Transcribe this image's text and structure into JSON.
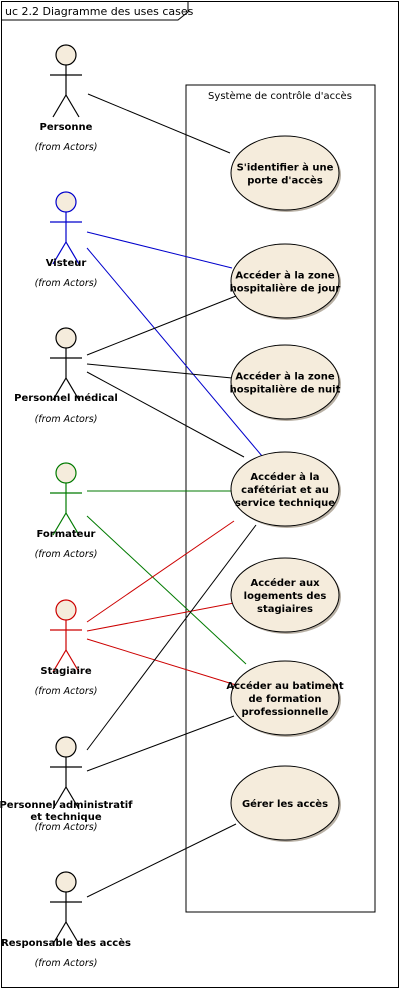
{
  "frame": {
    "title": "uc 2.2 Diagramme des uses cases"
  },
  "system": {
    "label": "Système de contrôle d'accès"
  },
  "from_label": "(from Actors)",
  "colors": {
    "default": "#000000",
    "visiteur": "#0000cc",
    "formateur": "#007a00",
    "stagiaire": "#cc0000",
    "usecase_fill": "#f5ecdc",
    "actor_head_fill": "#f5ecdc"
  },
  "actors": [
    {
      "id": "personne",
      "name": "Personne",
      "color": "default"
    },
    {
      "id": "visiteur",
      "name": "Visteur",
      "color": "visiteur"
    },
    {
      "id": "personnel-medical",
      "name": "Personnel médical",
      "color": "default"
    },
    {
      "id": "formateur",
      "name": "Formateur",
      "color": "formateur"
    },
    {
      "id": "stagiaire",
      "name": "Stagiaire",
      "color": "stagiaire"
    },
    {
      "id": "personnel-admin",
      "name": "Personnel administratif et technique",
      "color": "default"
    },
    {
      "id": "responsable",
      "name": "Responsable des accès",
      "color": "default"
    }
  ],
  "usecases": [
    {
      "id": "identifier",
      "lines": [
        "S'identifier à une",
        "porte d'accès"
      ]
    },
    {
      "id": "zone-jour",
      "lines": [
        "Accéder à la zone",
        "hospitalière de jour"
      ]
    },
    {
      "id": "zone-nuit",
      "lines": [
        "Accéder à la zone",
        "hospitalière de nuit"
      ]
    },
    {
      "id": "cafeteria",
      "lines": [
        "Accéder à la",
        "cafétériat et au",
        "service technique"
      ]
    },
    {
      "id": "logements",
      "lines": [
        "Accéder aux",
        "logements des",
        "stagiaires"
      ]
    },
    {
      "id": "batiment",
      "lines": [
        "Accéder au batiment",
        "de formation",
        "professionnelle"
      ]
    },
    {
      "id": "gerer",
      "lines": [
        "Gérer les accès"
      ]
    }
  ],
  "associations": [
    {
      "actor": "personne",
      "usecase": "identifier",
      "color": "default"
    },
    {
      "actor": "visiteur",
      "usecase": "zone-jour",
      "color": "visiteur"
    },
    {
      "actor": "visiteur",
      "usecase": "cafeteria",
      "color": "visiteur"
    },
    {
      "actor": "personnel-medical",
      "usecase": "zone-jour",
      "color": "default"
    },
    {
      "actor": "personnel-medical",
      "usecase": "zone-nuit",
      "color": "default"
    },
    {
      "actor": "personnel-medical",
      "usecase": "cafeteria",
      "color": "default"
    },
    {
      "actor": "formateur",
      "usecase": "cafeteria",
      "color": "formateur"
    },
    {
      "actor": "formateur",
      "usecase": "batiment",
      "color": "formateur"
    },
    {
      "actor": "stagiaire",
      "usecase": "cafeteria",
      "color": "stagiaire"
    },
    {
      "actor": "stagiaire",
      "usecase": "logements",
      "color": "stagiaire"
    },
    {
      "actor": "stagiaire",
      "usecase": "batiment",
      "color": "stagiaire"
    },
    {
      "actor": "personnel-admin",
      "usecase": "cafeteria",
      "color": "default"
    },
    {
      "actor": "personnel-admin",
      "usecase": "batiment",
      "color": "default"
    },
    {
      "actor": "responsable",
      "usecase": "gerer",
      "color": "default"
    }
  ]
}
